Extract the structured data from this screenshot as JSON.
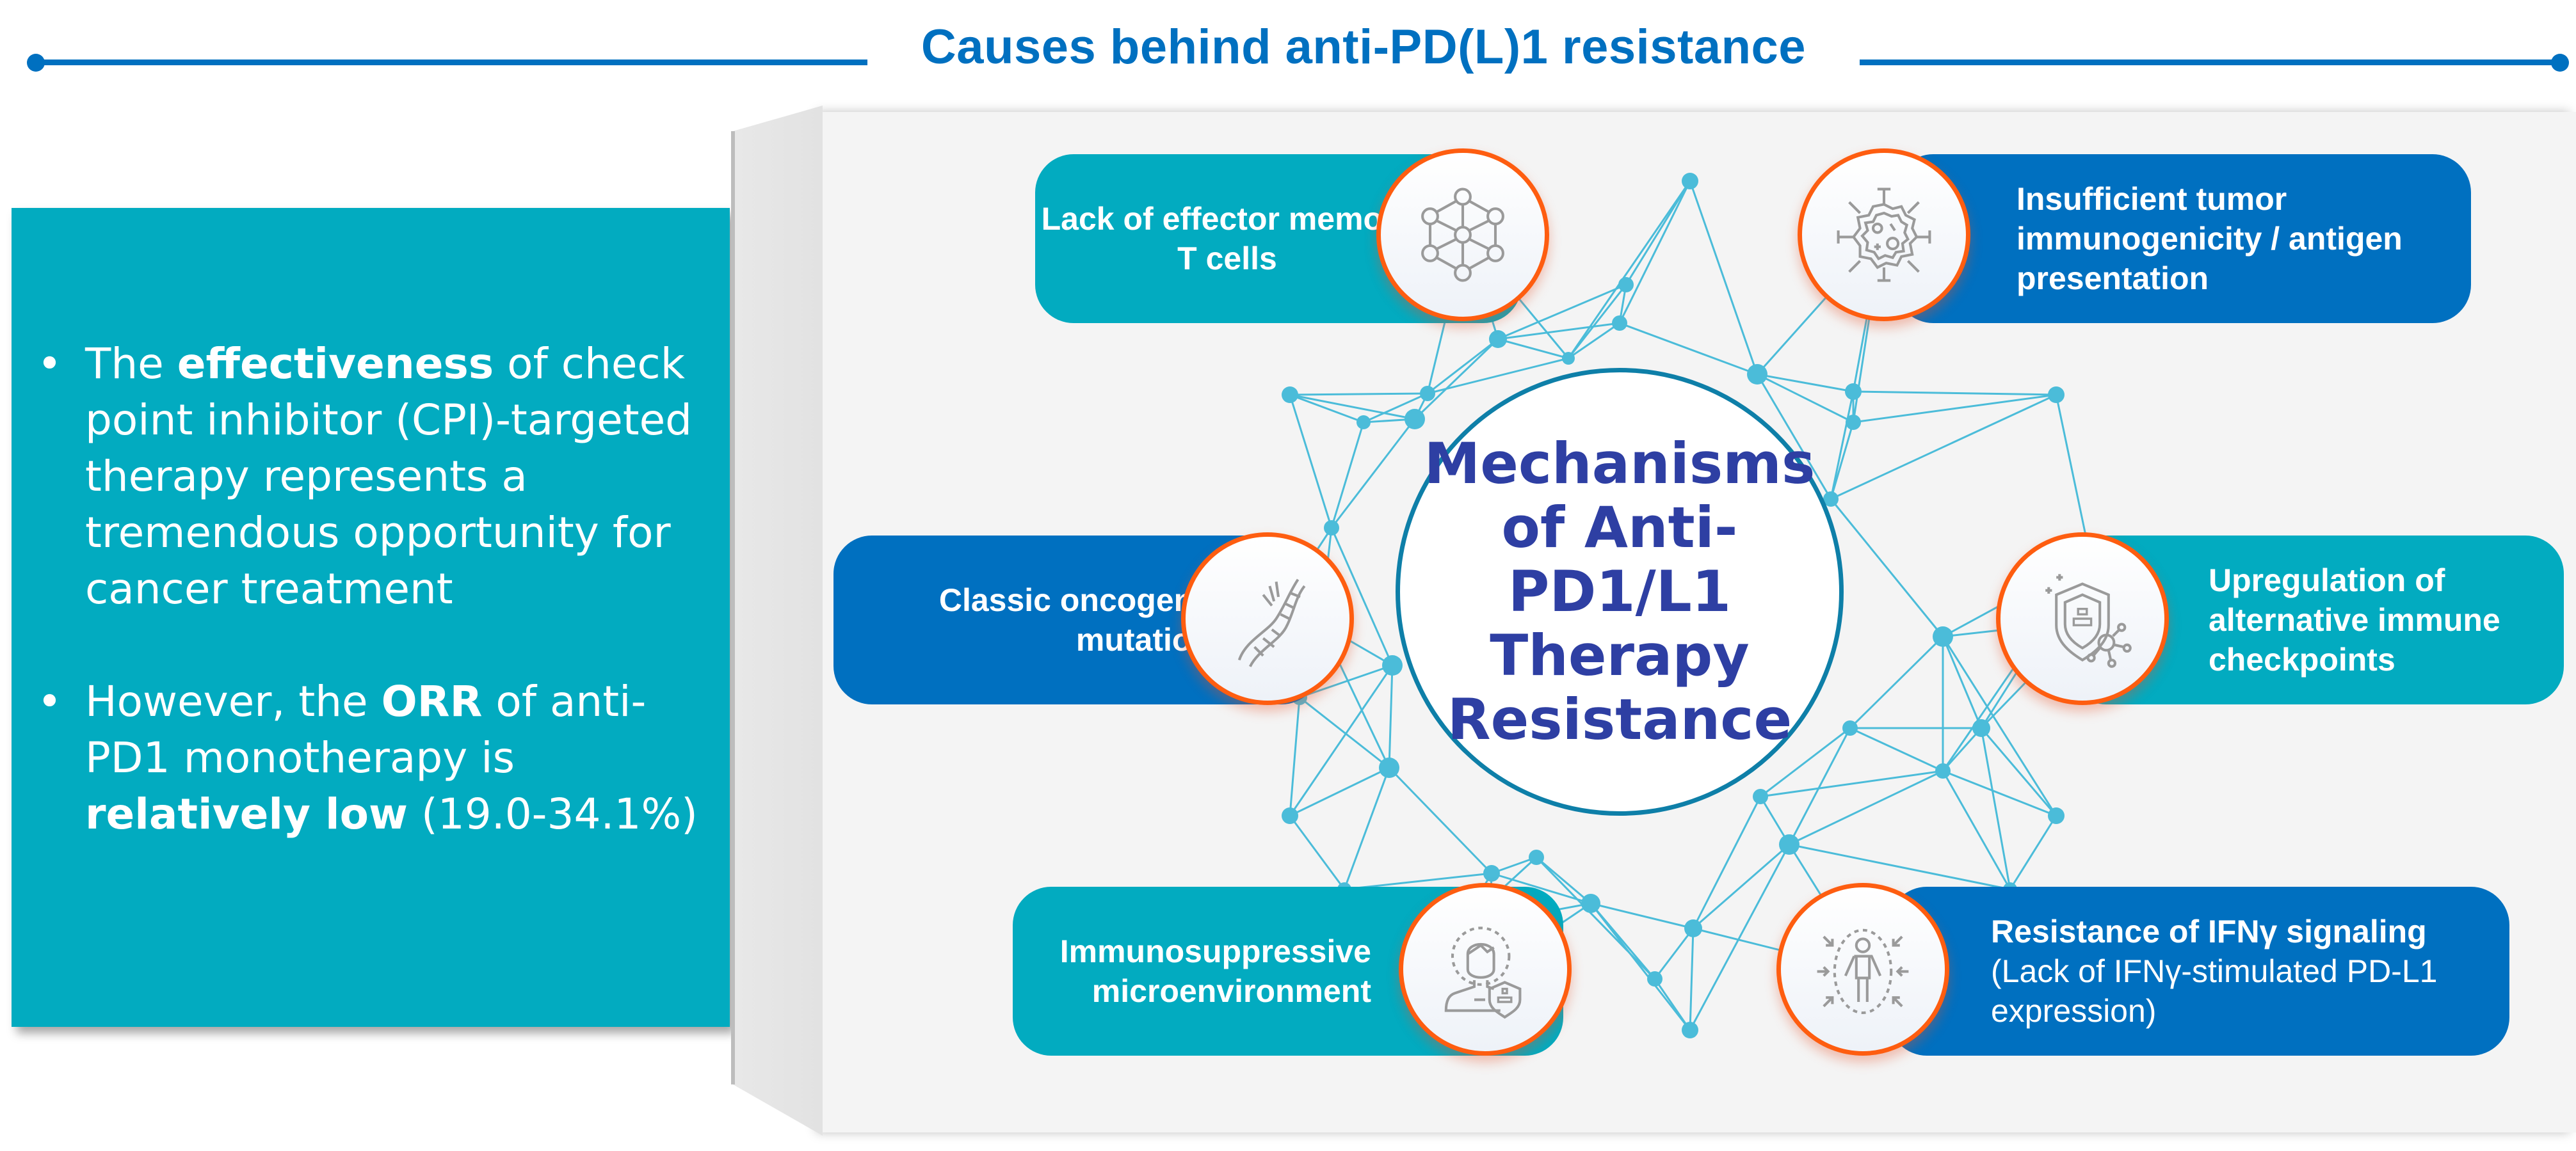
{
  "header": {
    "title": "Causes behind anti-PD(L)1 resistance"
  },
  "summary_panel": {
    "bullets": [
      {
        "segments": [
          {
            "text": "The ",
            "bold": false
          },
          {
            "text": "effectiveness",
            "bold": true
          },
          {
            "text": " of check point inhibitor (CPI)-targeted therapy represents a tremendous opportunity for cancer treatment",
            "bold": false
          }
        ]
      },
      {
        "segments": [
          {
            "text": "However, the ",
            "bold": false
          },
          {
            "text": "ORR",
            "bold": true
          },
          {
            "text": " of anti-PD1 monotherapy is ",
            "bold": false
          },
          {
            "text": "relatively low",
            "bold": true
          },
          {
            "text": " (19.0-34.1%)",
            "bold": false
          }
        ]
      }
    ]
  },
  "center": {
    "lines": [
      "Mechanisms",
      "of Anti-PD1/L1",
      "Therapy",
      "Resistance"
    ]
  },
  "mechanisms": [
    {
      "id": "effector-memory",
      "title": "Lack of effector memory T cells",
      "subtitle": "",
      "icon": "cell-network-icon",
      "color": "teal"
    },
    {
      "id": "immunogenicity",
      "title": "Insufficient tumor immunogenicity / antigen presentation",
      "subtitle": "",
      "icon": "tumor-cell-icon",
      "color": "blue"
    },
    {
      "id": "oncogene",
      "title": "Classic oncogene mutation",
      "subtitle": "",
      "icon": "dna-icon",
      "color": "blue"
    },
    {
      "id": "checkpoints",
      "title": "Upregulation of alternative immune checkpoints",
      "subtitle": "",
      "icon": "shield-virus-icon",
      "color": "teal"
    },
    {
      "id": "microenvironment",
      "title": "Immunosuppressive microenvironment",
      "subtitle": "",
      "icon": "person-shield-icon",
      "color": "teal"
    },
    {
      "id": "ifn",
      "title": "Resistance of IFNγ signaling",
      "subtitle": "(Lack of IFNγ-stimulated PD-L1 expression)",
      "icon": "person-pressure-icon",
      "color": "blue"
    }
  ],
  "colors": {
    "brand_blue": "#0070c0",
    "teal": "#02abc0",
    "accent_orange": "#fe5d10",
    "center_text": "#2e3fa3",
    "network": "#4bbcd9",
    "panel_gray": "#f4f4f4"
  }
}
